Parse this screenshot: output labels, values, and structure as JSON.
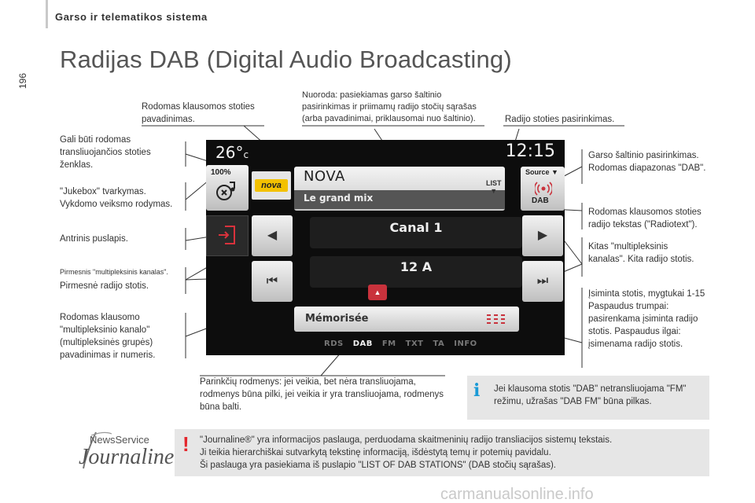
{
  "header": {
    "section": "Garso ir telematikos sistema",
    "page_number": "196",
    "title": "Radijas DAB (Digital Audio Broadcasting)"
  },
  "callouts": {
    "station_name": "Rodomas klausomos stoties pavadinimas.",
    "shortcut": "Nuoroda: pasiekiamas garso šaltinio pasirinkimas ir priimamų radijo stočių sąrašas (arba pavadinimai, priklausomai nuo šaltinio).",
    "station_select": "Radijo stoties pasirinkimas.",
    "logo": "Gali būti rodomas transliuojančios stoties ženklas.",
    "jukebox": "\"Jukebox\" tvarkymas. Vykdomo veiksmo rodymas.",
    "secondary": "Antrinis puslapis.",
    "prev_mux": "Pirmesnis \"multipleksinis kanalas\".",
    "prev_station": "Pirmesnė radijo stotis.",
    "mux_name": "Rodomas klausomo \"multipleksinio kanalo\" (multipleksinės grupės) pavadinimas ir numeris.",
    "source_select": "Garso šaltinio pasirinkimas. Rodomas diapazonas \"DAB\".",
    "radiotext": "Rodomas klausomos stoties radijo tekstas (\"Radiotext\").",
    "next": "Kitas \"multipleksinis kanalas\". Kita radijo stotis.",
    "presets": "Įsiminta stotis, mygtukai 1-15 Paspaudus trumpai: pasirenkama įsiminta radijo stotis. Paspaudus ilgai: įsimenama radijo stotis.",
    "options": "Parinkčių rodmenys: jei veikia, bet nėra transliuojama, rodmenys būna pilki, jei veikia ir yra transliuojama, rodmenys būna balti."
  },
  "screen": {
    "temp_value": "26°",
    "temp_unit": "c",
    "clock": "12:15",
    "zoom": "100%",
    "logo": "nova",
    "station": "NOVA",
    "radiotext": "Le grand mix",
    "list": "LIST",
    "source": "Source ▼",
    "band": "DAB",
    "prev_glyph": "◀",
    "next_glyph": "▶",
    "skip_prev_glyph": "⏮",
    "skip_next_glyph": "⏭",
    "multiplex": "Canal 1",
    "channel": "12 A",
    "up_glyph": "▲",
    "memorise": "Mémorisée",
    "modes": [
      "RDS",
      "DAB",
      "FM",
      "TXT",
      "TA",
      "INFO"
    ]
  },
  "info": {
    "icon": "i",
    "text": "Jei klausoma stotis \"DAB\" netransliuojama \"FM\" režimu, užrašas \"DAB FM\" būna pilkas."
  },
  "warning": {
    "icon": "!",
    "line1": "\"Journaline®\" yra informacijos paslauga, perduodama skaitmeninių radijo transliacijos sistemų tekstais.",
    "line2": "Ji teikia hierarchiškai sutvarkytą tekstinę informaciją, išdėstytą temų ir potemių pavidalu.",
    "line3": "Ši paslauga yra pasiekiama iš puslapio \"LIST OF DAB STATIONS\" (DAB stočių sąrašas)."
  },
  "logo": {
    "newsservice": "NewsService",
    "journaline": "Journaline®"
  },
  "footer": "carmanualsonline.info"
}
